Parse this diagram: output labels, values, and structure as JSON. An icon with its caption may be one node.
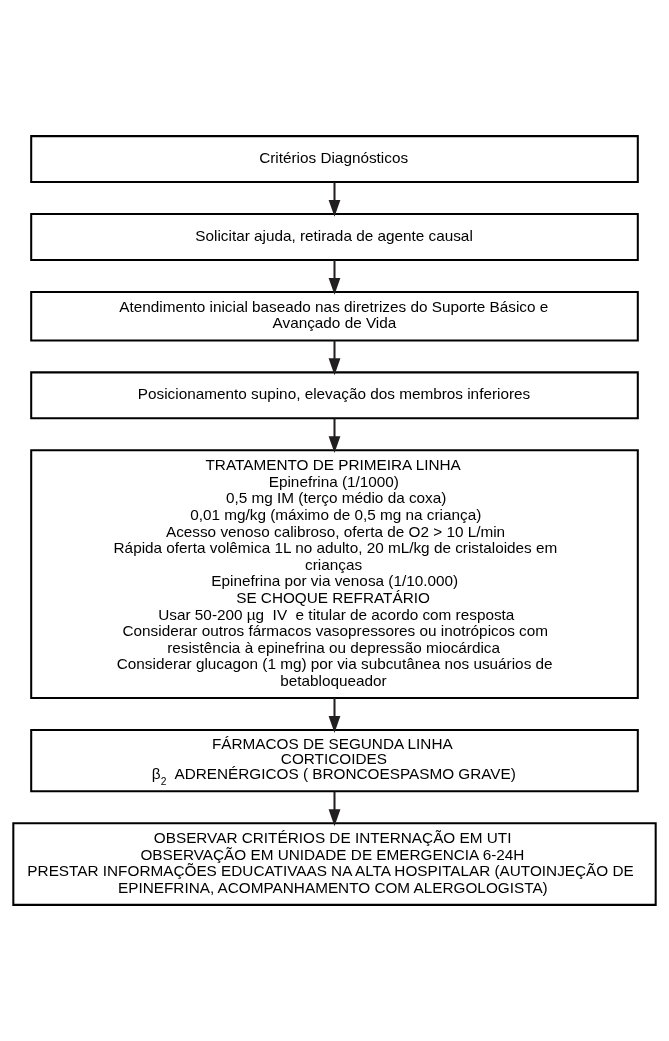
{
  "diagram": {
    "nodes": [
      {
        "text": [
          "Critérios Diagnósticos"
        ]
      },
      {
        "text": [
          "Solicitar ajuda, retirada de agente causal"
        ]
      },
      {
        "text": [
          "Atendimento inicial baseado nas diretrizes do Suporte Básico e Avançado de Vida"
        ]
      },
      {
        "text": [
          "Posicionamento supino, elevação dos membros inferiores"
        ]
      },
      {
        "text": [
          "TRATAMENTO DE PRIMEIRA LINHA",
          "Epinefrina (1/1000)",
          "0,5 mg IM (terço médio da coxa)",
          "0,01 mg/kg (máximo de 0,5 mg na criança)",
          "Acesso venoso calibroso, oferta de O2 > 10 L/min",
          "Rápida oferta volêmica 1L no adulto, 20 mL/kg de cristaloides em crianças",
          "Epinefrina por via venosa (1/10.000)",
          "SE CHOQUE REFRATÁRIO",
          "Usar 50-200 µg  IV  e titular de acordo com resposta",
          "Considerar outros fármacos vasopressores ou inotrópicos com resistência à epinefrina ou depressão miocárdica",
          "Considerar glucagon (1 mg) por via subcutânea nos usuários de betabloqueador"
        ]
      },
      {
        "text": [
          "FÁRMACOS DE SEGUNDA LINHA",
          "CORTICOIDES",
          "β$_{2}$ ADRENÉRGICOS ( BRONCOESPASMO GRAVE)"
        ]
      },
      {
        "text": [
          "OBSERVAR CRITÉRIOS DE INTERNAÇÃO EM UTI",
          "OBSERVAÇÃO EM UNIDADE DE EMERGENCIA 6-24H",
          "PRESTAR INFORMAÇÕES EDUCATIVAAS NA ALTA HOSPITALAR (AUTOINJEÇÃO DE EPINEFRINA, ACOMPANHAMENTO COM ALERGOLOGISTA)"
        ]
      }
    ],
    "edges": [
      {
        "from": 0,
        "to": 1,
        "arrow": "to"
      },
      {
        "from": 1,
        "to": 2,
        "arrow": "to"
      },
      {
        "from": 2,
        "to": 3,
        "arrow": "to"
      },
      {
        "from": 3,
        "to": 4,
        "arrow": "to"
      },
      {
        "from": 4,
        "to": 5,
        "arrow": "to"
      },
      {
        "from": 5,
        "to": 6,
        "arrow": "to"
      }
    ]
  }
}
